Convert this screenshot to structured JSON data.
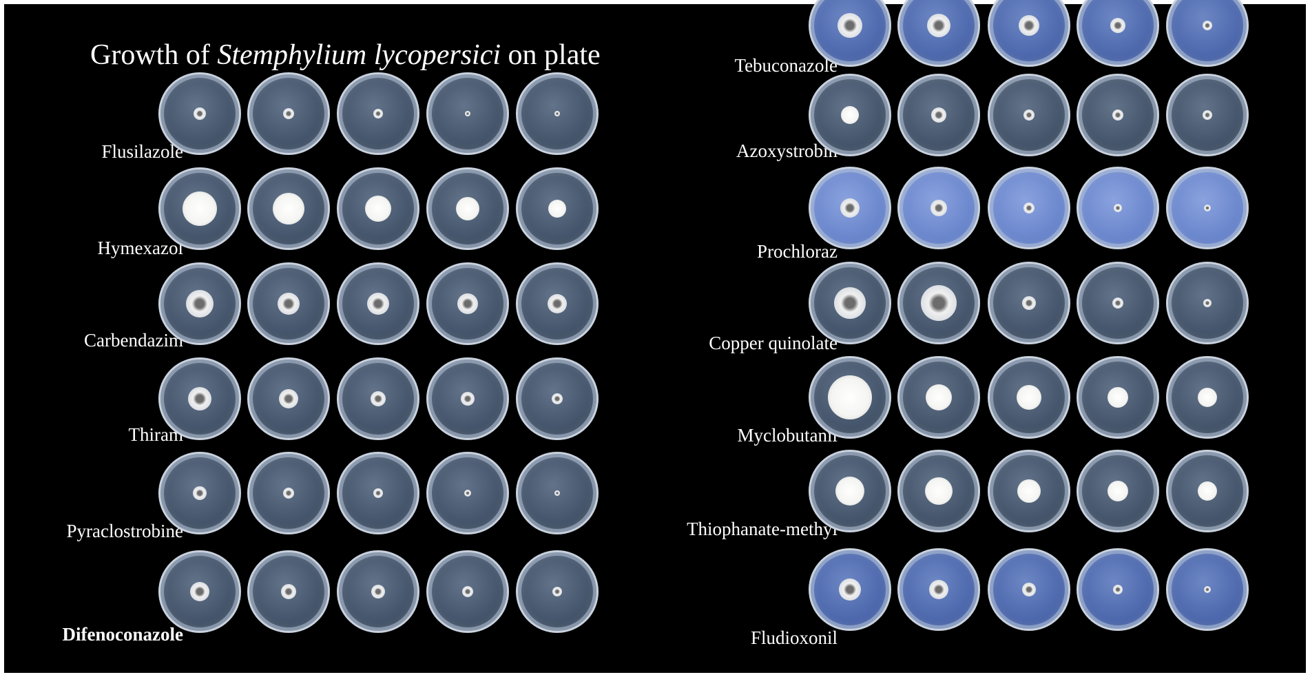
{
  "figure": {
    "title_prefix": "Growth of ",
    "title_italic": "Stemphylium lycopersici",
    "title_suffix": " on plate"
  },
  "rows_left": [
    {
      "label": "Flusilazole",
      "plate_style": "gray"
    },
    {
      "label": "Hymexazol",
      "plate_style": "gray"
    },
    {
      "label": "Carbendazim",
      "plate_style": "gray"
    },
    {
      "label": "Thiram",
      "plate_style": "gray"
    },
    {
      "label": "Pyraclostrobine",
      "plate_style": "gray"
    },
    {
      "label": "Difenoconazole",
      "plate_style": "gray"
    }
  ],
  "rows_right": [
    {
      "label": "Tebuconazole",
      "plate_style": "blue"
    },
    {
      "label": "Azoxystrobin",
      "plate_style": "gray"
    },
    {
      "label": "Prochloraz",
      "plate_style": "lblue"
    },
    {
      "label": "Copper quinolate",
      "plate_style": "gray"
    },
    {
      "label": "Myclobutanil",
      "plate_style": "gray"
    },
    {
      "label": "Thiophanate-methyl",
      "plate_style": "gray"
    },
    {
      "label": "Fludioxonil",
      "plate_style": "blue"
    }
  ]
}
